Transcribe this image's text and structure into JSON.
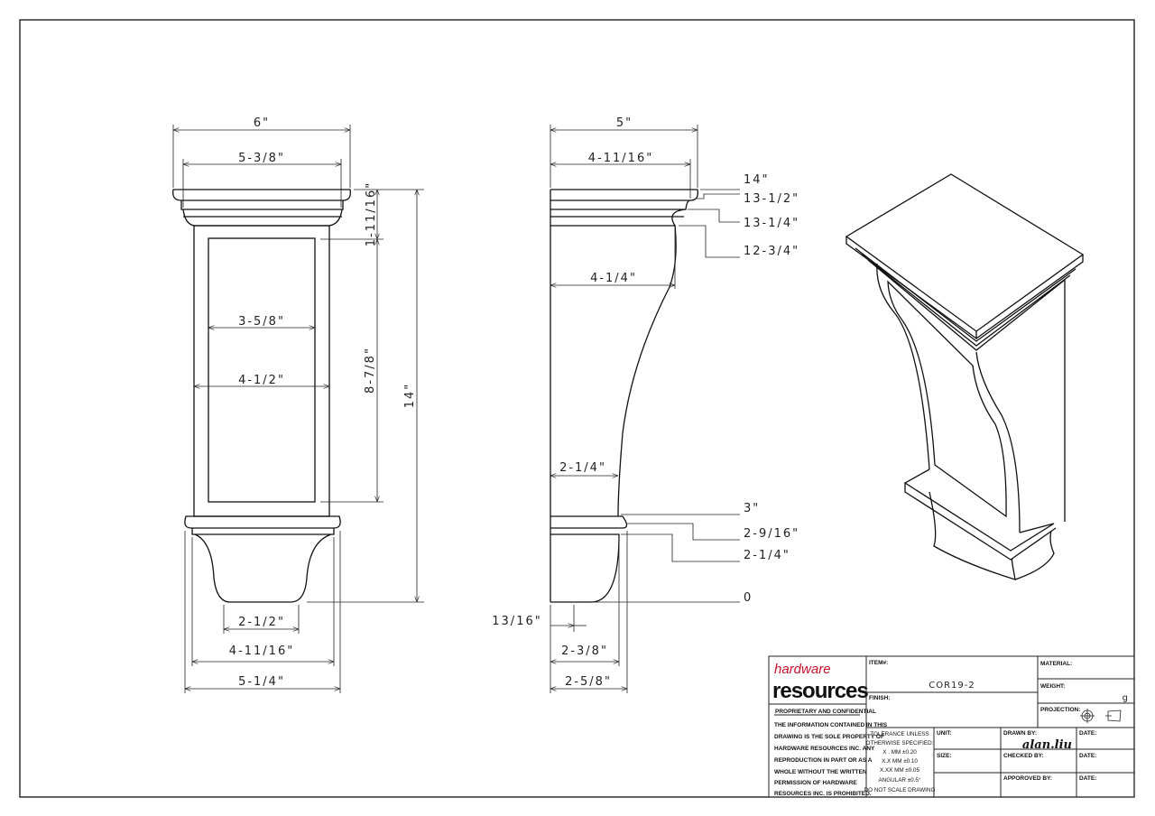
{
  "front_view": {
    "dims": {
      "overall_width": "6\"",
      "cap_width": "5-3/8\"",
      "cap_height": "1-11/16\"",
      "panel_height": "8-7/8\"",
      "overall_height": "14\"",
      "panel_width": "3-5/8\"",
      "body_width": "4-1/2\"",
      "base_bottom_width": "2-1/2\"",
      "base_mid_width": "4-11/16\"",
      "base_width": "5-1/4\""
    }
  },
  "side_view": {
    "dims": {
      "overall_depth": "5\"",
      "cap_depth": "4-11/16\"",
      "body_top_depth": "4-1/4\"",
      "body_bottom_depth": "2-1/4\"",
      "base_offset": "13/16\"",
      "base_depth_inner": "2-3/8\"",
      "base_depth": "2-5/8\""
    },
    "elevations": [
      "14\"",
      "13-1/2\"",
      "13-1/4\"",
      "12-3/4\"",
      "3\"",
      "2-9/16\"",
      "2-1/4\"",
      "0"
    ]
  },
  "title_block": {
    "logo_top": "hardware",
    "logo_bottom": "resources",
    "logo_color": "#c8102e",
    "proprietary_heading": "PROPRIETARY AND CONFIDENTIAL",
    "proprietary_text": [
      "THE INFORMATION CONTAINED IN THIS",
      "DRAWING IS THE SOLE PROPERTY OF",
      "HARDWARE RESOURCES INC.  ANY",
      "REPRODUCTION IN PART OR AS A",
      "WHOLE  WITHOUT THE WRITTEN",
      "PERMISSION OF HARDWARE",
      "RESOURCES INC. IS PROHIBITED."
    ],
    "item_label": "ITEM#:",
    "item_value": "COR19-2",
    "finish_label": "FINISH:",
    "material_label": "MATERIAL:",
    "weight_label": "WEIGHT:",
    "weight_value": "g",
    "projection_label": "PROJECTION:",
    "tolerance": [
      "TOLERANCE UNLESS",
      "OTHERWISE SPECIFIED:",
      "X . MM  ±0.20",
      "X.X  MM   ±0.10",
      "X.XX  MM  ±0.05",
      "ANGULAR   ±0.5°",
      "DO NOT SCALE DRAWING"
    ],
    "unit_label": "UNIT:",
    "size_label": "SIZE:",
    "drawn_by_label": "DRAWN BY:",
    "drawn_by_value": "alan.liu",
    "checked_by_label": "CHECKED BY:",
    "approved_by_label": "APPOROVED BY:",
    "date_label": "DATE:"
  }
}
